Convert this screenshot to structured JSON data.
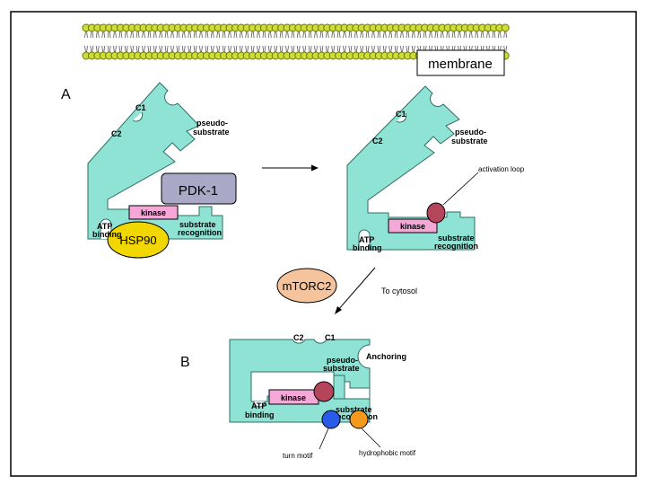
{
  "labels": {
    "membrane": "membrane",
    "panel_a": "A",
    "panel_b": "B",
    "c1": "C1",
    "c2": "C2",
    "pseudo_line1": "pseudo-",
    "pseudo_line2": "substrate",
    "pdk1": "PDK-1",
    "kinase": "kinase",
    "atp_line1": "ATP",
    "atp_line2": "binding",
    "hsp90": "HSP90",
    "substrate_line1": "substrate",
    "substrate_line2": "recognition",
    "activation_loop": "activation loop",
    "mtorc2": "mTORC2",
    "to_cytosol": "To cytosol",
    "anchoring": "Anchoring",
    "substrate_b": "substrate",
    "substrate_b_partial": "recognition",
    "turn_motif": "turn motif",
    "hydrophobic_motif": "hydrophobic motif"
  },
  "colors": {
    "protein_fill": "#8fe3d5",
    "kinase_fill": "#f5a8d8",
    "pdk1_fill": "#a9a9c7",
    "hsp90_fill": "#f2d600",
    "mtorc2_fill": "#f6c49c",
    "activation_loop_fill": "#b5455a",
    "turn_motif_fill": "#2a5ae8",
    "hydrophobic_motif_fill": "#f39a1e",
    "membrane_bead_fill": "#cddc39"
  }
}
